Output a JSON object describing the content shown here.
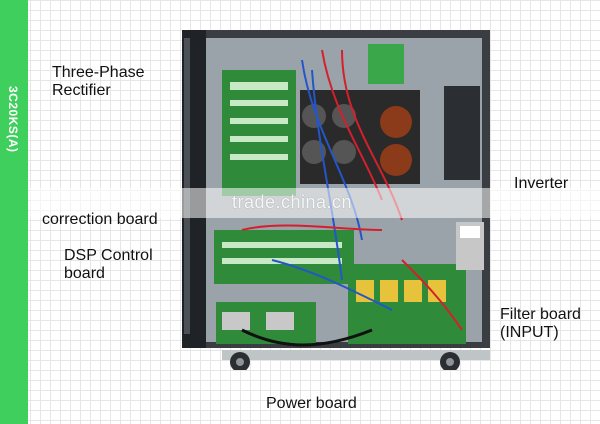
{
  "side_label": "3C20KS(A)",
  "callouts": {
    "three_phase_rectifier": [
      "Three-Phase",
      "Rectifier"
    ],
    "inverter": "Inverter",
    "correction_board": "correction board",
    "dsp_control_board": [
      "DSP Control",
      "board"
    ],
    "filter_board": [
      "Filter board",
      "(INPUT)"
    ],
    "power_board": "Power board"
  },
  "watermark": "trade.china.cn",
  "colors": {
    "strip_green": "#3fcf5c",
    "chassis": "#3a3d42",
    "pcb_green": "#2f8a3a",
    "wire_red": "#d61f2c",
    "wire_blue": "#2456c9"
  }
}
